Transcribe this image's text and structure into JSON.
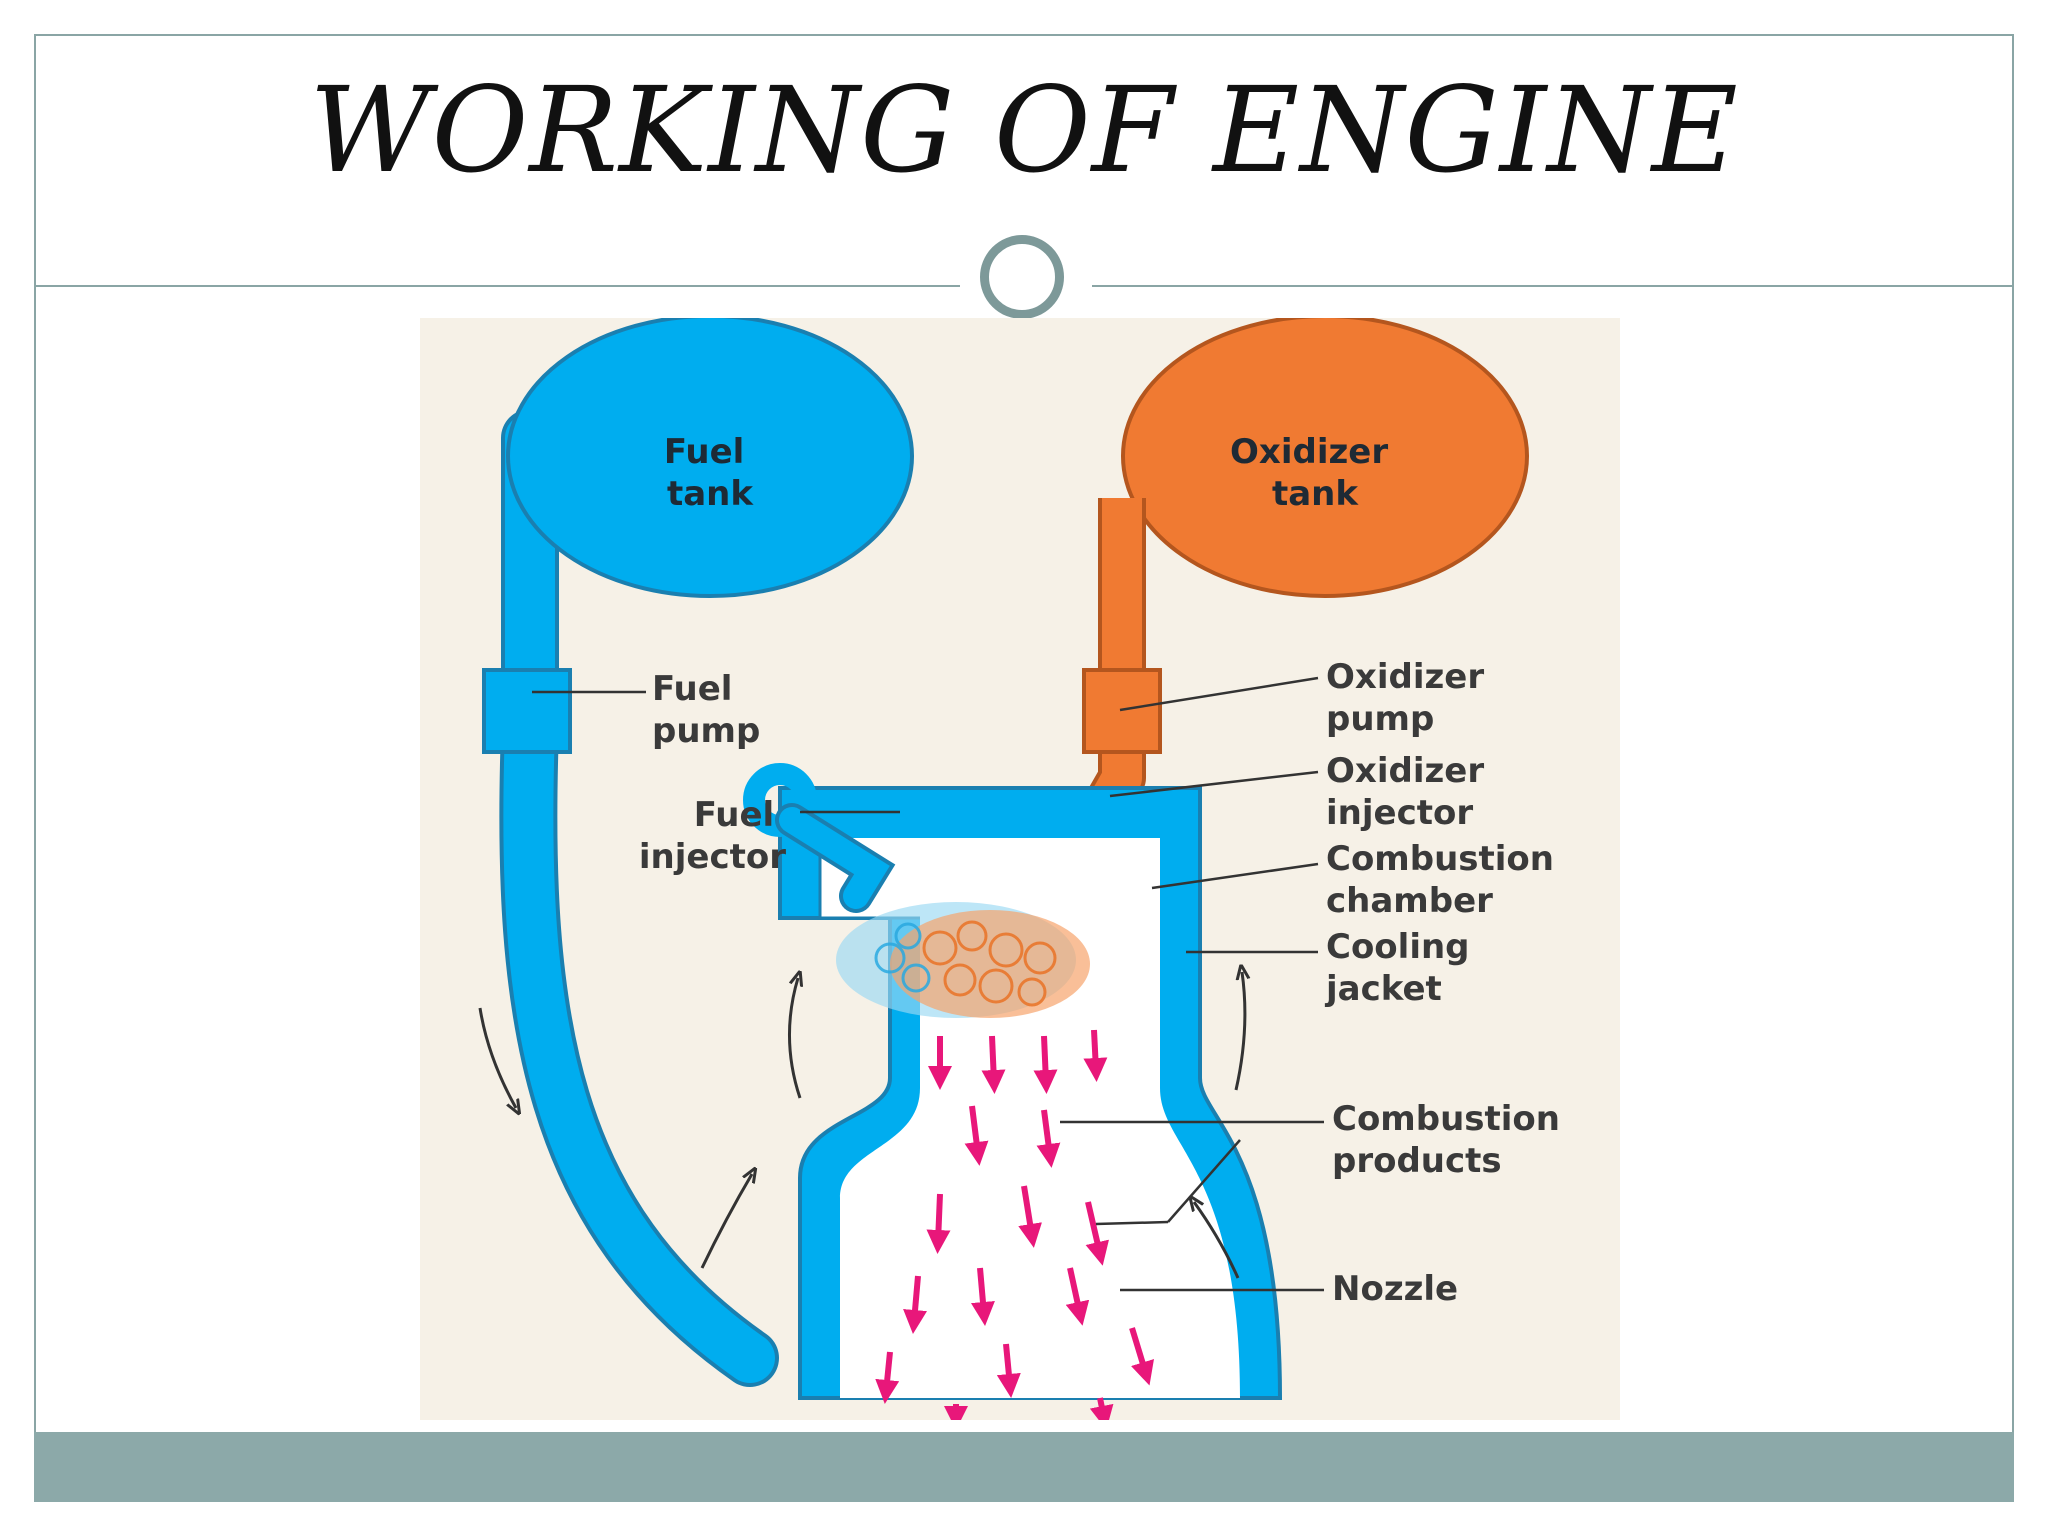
{
  "slide": {
    "title": "WORKING OF ENGINE"
  },
  "diagram": {
    "labels": {
      "fuel_tank": [
        "Fuel",
        "tank"
      ],
      "oxidizer_tank": [
        "Oxidizer",
        "tank"
      ],
      "fuel_pump": [
        "Fuel",
        "pump"
      ],
      "oxidizer_pump": [
        "Oxidizer",
        "pump"
      ],
      "oxidizer_injector": [
        "Oxidizer",
        "injector"
      ],
      "fuel_injector": [
        "Fuel",
        "injector"
      ],
      "combustion_chamber": [
        "Combustion",
        "chamber"
      ],
      "cooling_jacket": [
        "Cooling",
        "jacket"
      ],
      "combustion_products": [
        "Combustion",
        "products"
      ],
      "nozzle": [
        "Nozzle"
      ]
    }
  },
  "colors": {
    "fuel": "#00adef",
    "oxidizer": "#f07a32",
    "flame_arrows": "#e8177a",
    "diagram_background": "#f6f1e7",
    "slide_accent": "#8ca9a9"
  },
  "icons": [
    "ring-ornament-icon",
    "flow-arrow-icon"
  ]
}
